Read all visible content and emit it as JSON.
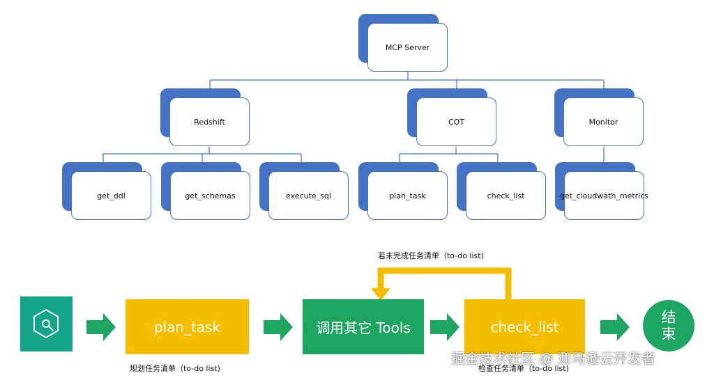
{
  "tree": {
    "root": "MCP Server",
    "groups": [
      {
        "label": "Redshift",
        "children": [
          "get_ddl",
          "get_schemas",
          "execute_sql"
        ]
      },
      {
        "label": "COT",
        "children": [
          "plan_task",
          "check_list"
        ]
      },
      {
        "label": "Monitor",
        "children": [
          "get_cloudwath_metrics"
        ]
      }
    ]
  },
  "flow": {
    "step1": "plan_task",
    "step2": "调用其它 Tools",
    "step3": "check_list",
    "end_line1": "结",
    "end_line2": "束",
    "caption_plan": "规划任务清单（to-do list)",
    "caption_check": "检查任务清单（to-do list)",
    "caption_loop": "若未完成任务清单（to-do list)"
  },
  "watermark": "掘金技术社区 @ 亚马逊云开发者",
  "colors": {
    "blue": "#4472c4",
    "yellow": "#f5bd00",
    "green": "#1da562",
    "teal": "#14a58a"
  }
}
